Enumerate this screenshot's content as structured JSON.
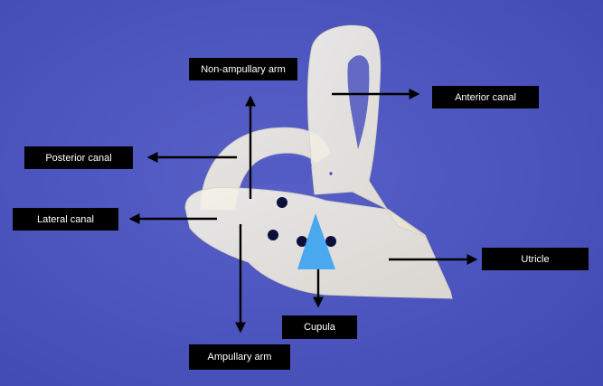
{
  "labels": {
    "non_ampullary_arm": "Non-ampullary arm",
    "anterior_canal": "Anterior canal",
    "posterior_canal": "Posterior canal",
    "lateral_canal": "Lateral canal",
    "utricle": "Utricle",
    "cupula": "Cupula",
    "ampullary_arm": "Ampullary arm"
  },
  "colors": {
    "background": "#4b54bd",
    "label_box": "#000000",
    "label_text": "#ffffff",
    "arrow": "#000000",
    "cupula": "#4aa8ee",
    "dots": "#0c0f3a",
    "structure": "#f2efe4"
  }
}
